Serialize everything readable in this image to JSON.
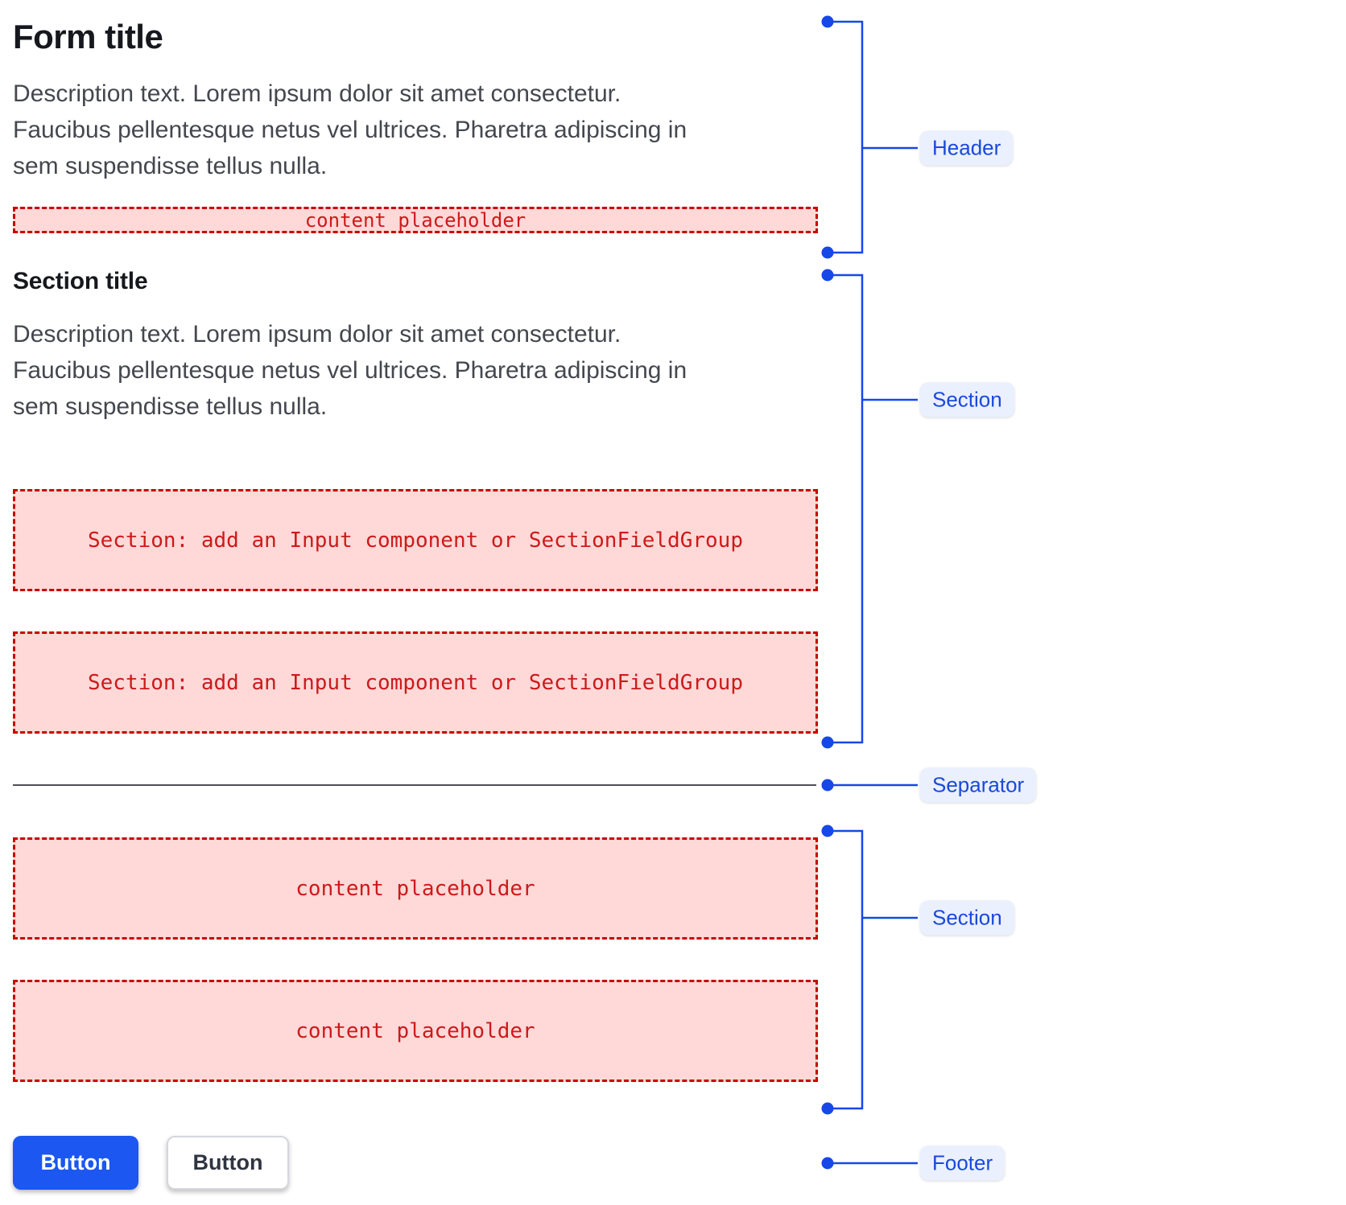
{
  "header": {
    "title": "Form title",
    "description_lines": [
      "Description text. Lorem ipsum dolor sit amet consectetur.",
      "Faucibus pellentesque netus vel ultrices. Pharetra adipiscing in",
      "sem suspendisse tellus nulla."
    ],
    "placeholder": "content placeholder"
  },
  "section_one": {
    "title": "Section title",
    "description_lines": [
      "Description text. Lorem ipsum dolor sit amet consectetur.",
      "Faucibus pellentesque netus vel ultrices. Pharetra adipiscing in",
      "sem suspendisse tellus nulla."
    ],
    "placeholders": [
      "Section: add an Input component or SectionFieldGroup",
      "Section: add an Input component or SectionFieldGroup"
    ]
  },
  "section_two": {
    "placeholders": [
      "content placeholder",
      "content placeholder"
    ]
  },
  "footer": {
    "primary_button_label": "Button",
    "secondary_button_label": "Button"
  },
  "annotations": [
    {
      "label": "Header"
    },
    {
      "label": "Section"
    },
    {
      "label": "Separator"
    },
    {
      "label": "Section"
    },
    {
      "label": "Footer"
    }
  ],
  "colors": {
    "accent_blue": "#1648e8",
    "badge_bg": "#eaf0fd",
    "badge_text": "#1a49db",
    "placeholder_bg": "#ffd8d8",
    "placeholder_border": "#c80000",
    "placeholder_text": "#cc1a1a",
    "primary_button_bg": "#1b57f0",
    "separator": "#4e4e56",
    "title_text": "#16181d",
    "body_text": "#45474f"
  }
}
